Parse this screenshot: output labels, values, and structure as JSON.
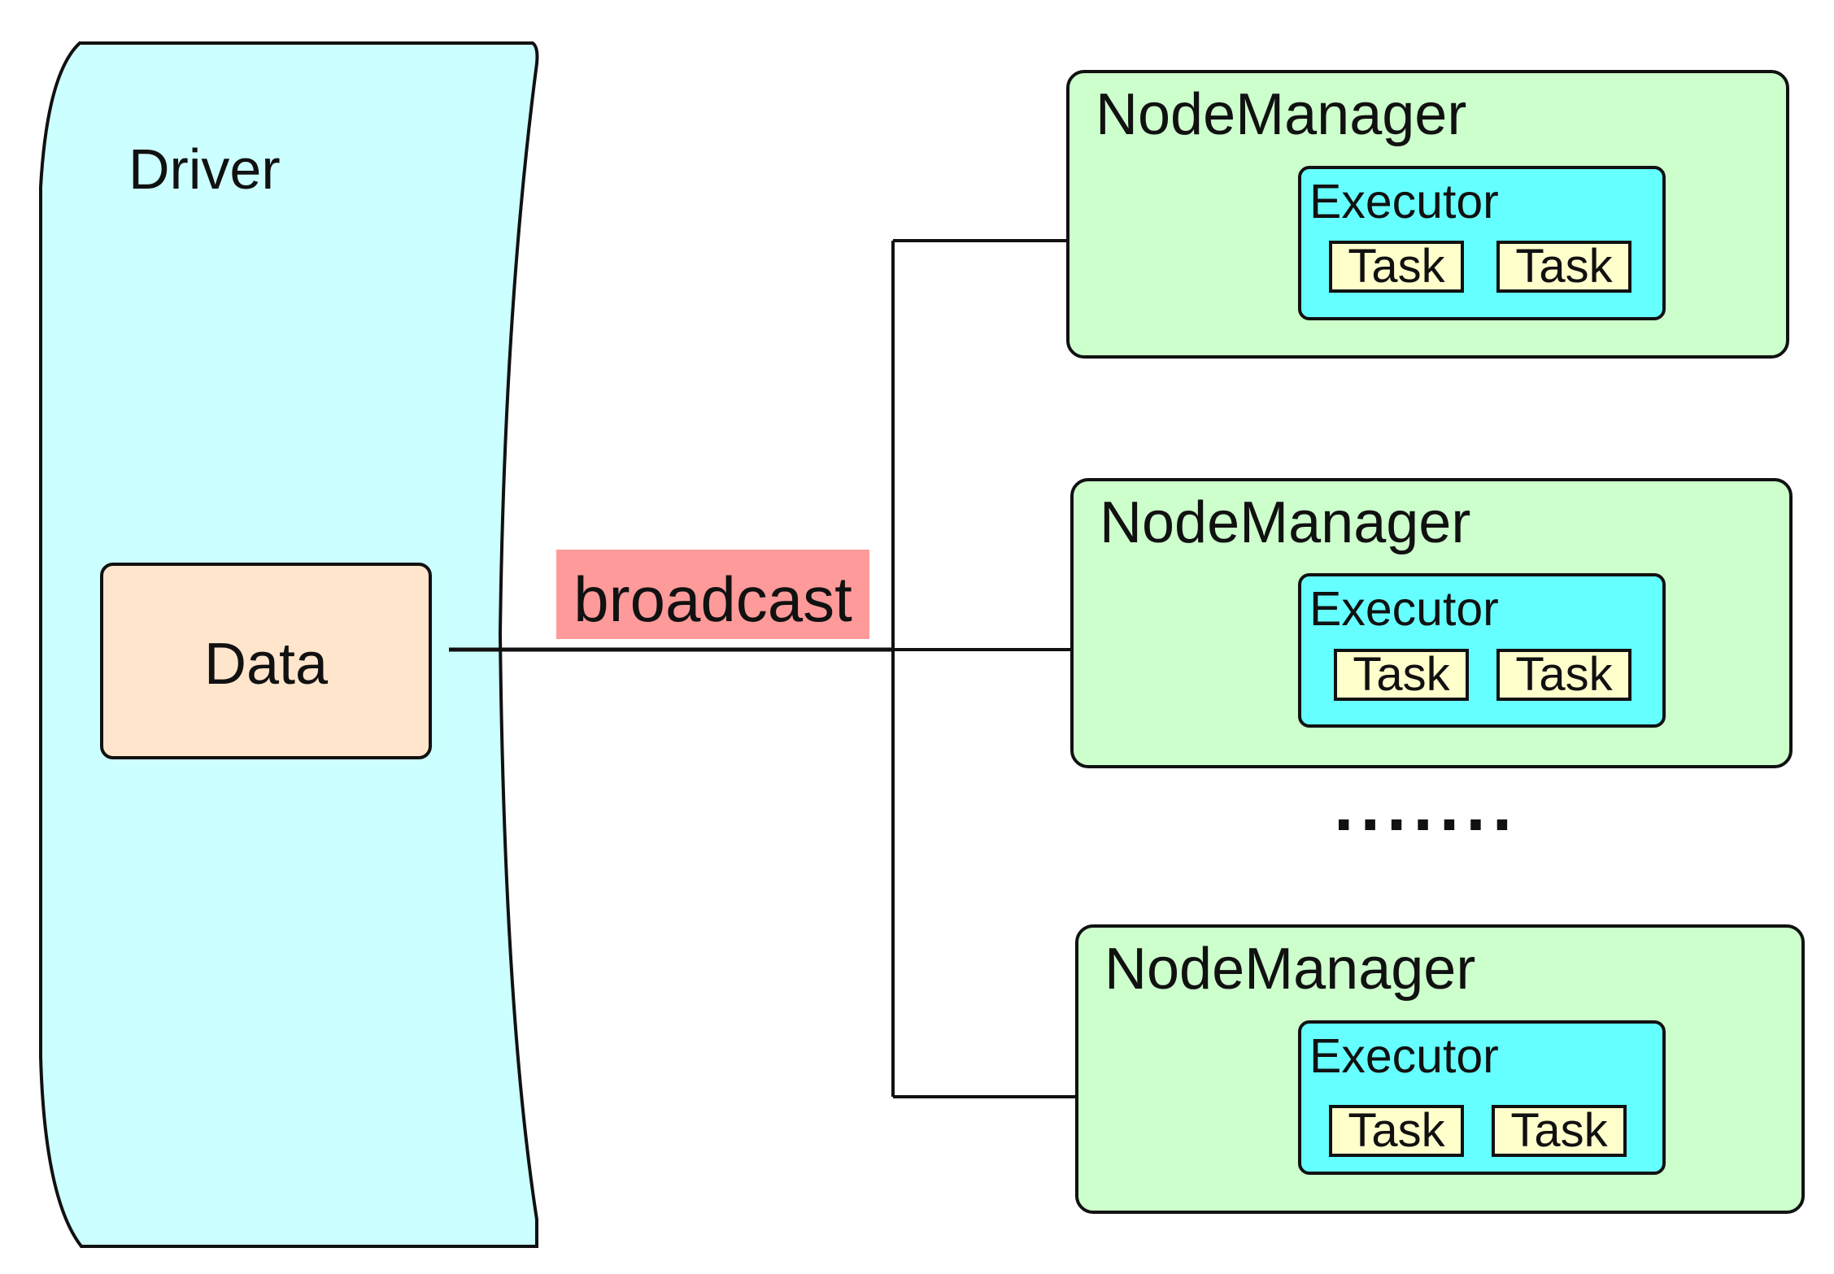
{
  "driver": {
    "label": "Driver"
  },
  "data_block": {
    "label": "Data"
  },
  "edge": {
    "label": "broadcast"
  },
  "node_managers": [
    {
      "title": "NodeManager",
      "executor": {
        "title": "Executor",
        "tasks": [
          "Task",
          "Task"
        ]
      }
    },
    {
      "title": "NodeManager",
      "executor": {
        "title": "Executor",
        "tasks": [
          "Task",
          "Task"
        ]
      }
    },
    {
      "title": "NodeManager",
      "executor": {
        "title": "Executor",
        "tasks": [
          "Task",
          "Task"
        ]
      }
    }
  ],
  "ellipsis": ".......",
  "colors": {
    "driver_fill": "#ccffff",
    "data_fill": "#ffe5cc",
    "broadcast_fill": "#ff9a9a",
    "node_manager_fill": "#ccffcc",
    "executor_fill": "#66ffff",
    "task_fill": "#ffffcc",
    "stroke": "#111111"
  }
}
